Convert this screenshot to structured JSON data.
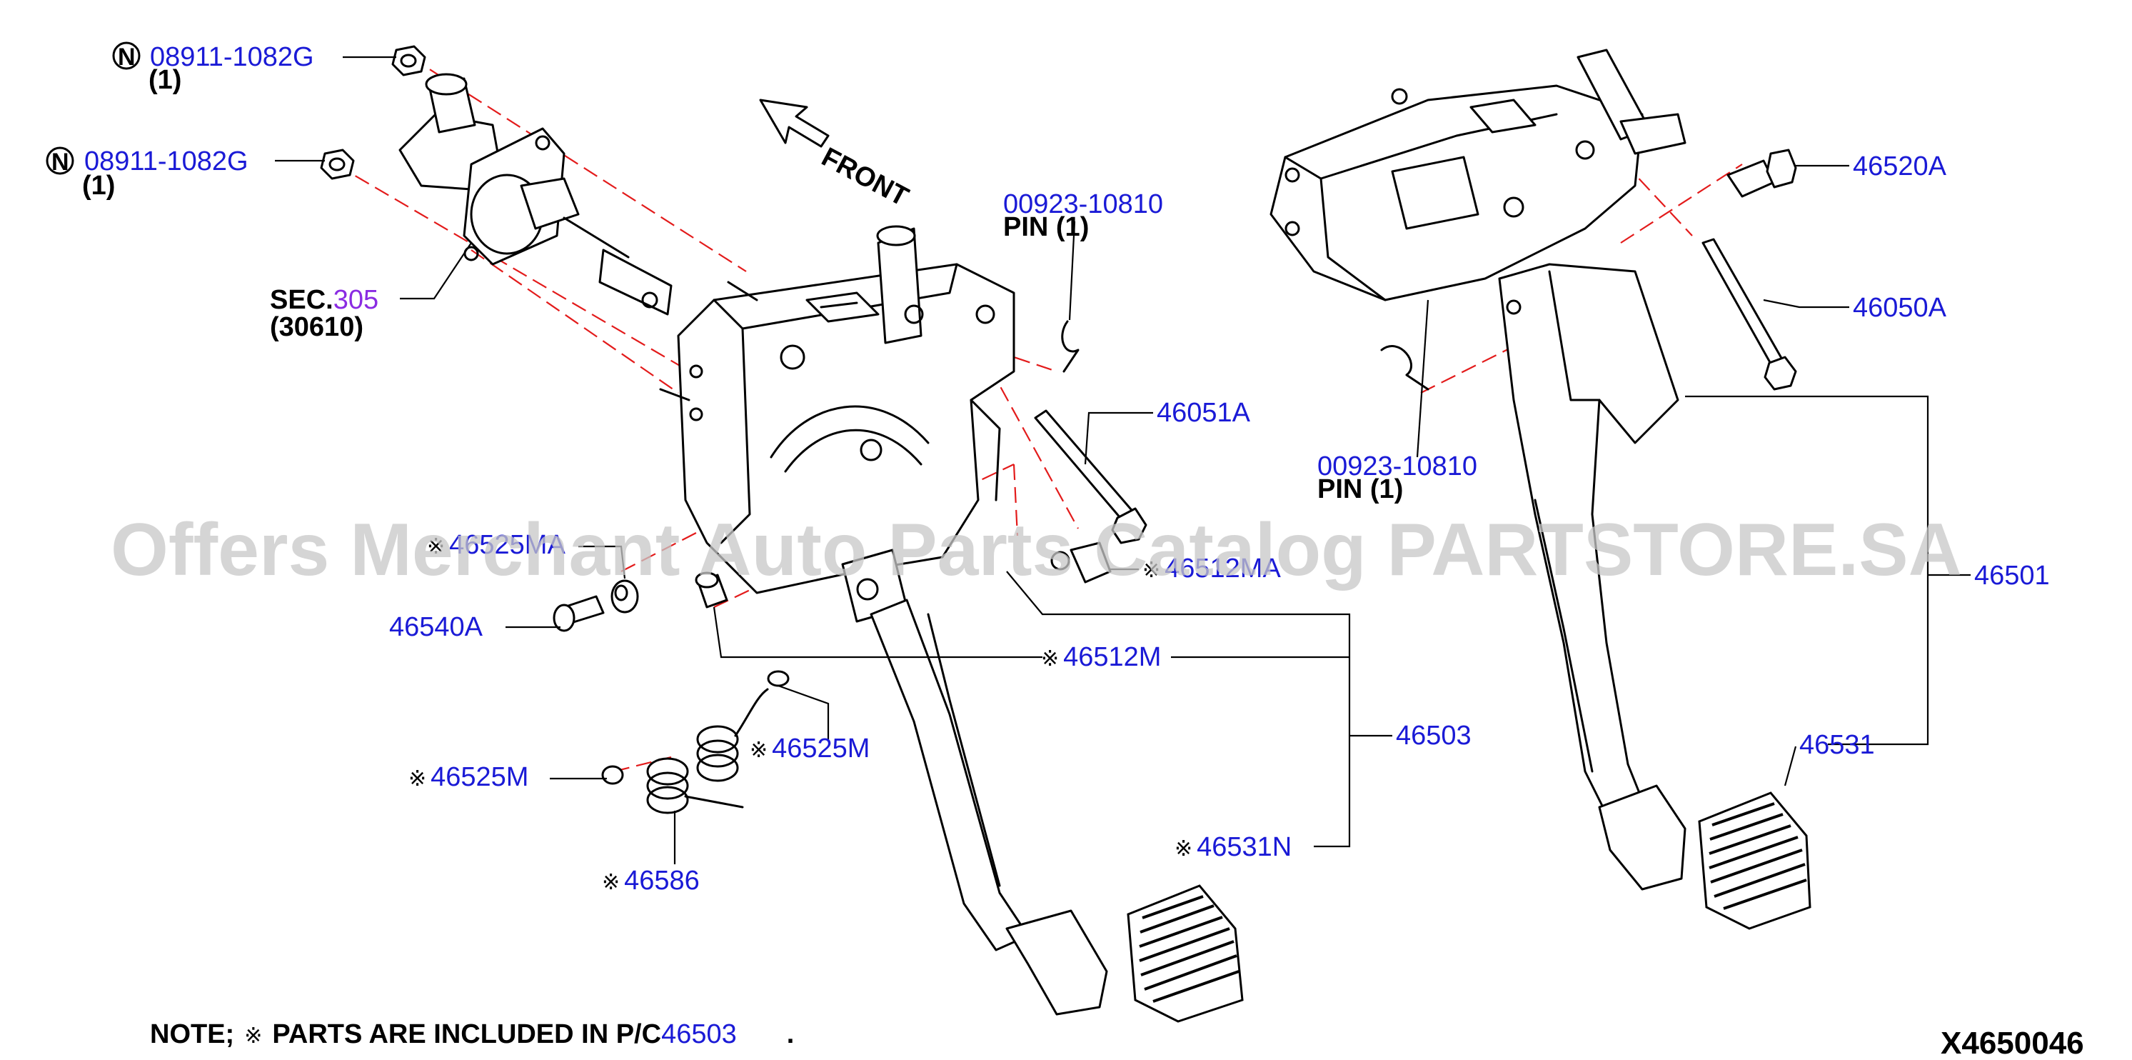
{
  "labels": {
    "bolt_top": "08911-1082G",
    "bolt_top_qty": "(1)",
    "bolt_mid": "08911-1082G",
    "bolt_mid_qty": "(1)",
    "n_mark": "N",
    "sec_prefix": "SEC.",
    "sec_num": "305",
    "sec_sub": "(30610)",
    "front": "FRONT",
    "pin_a": "00923-10810",
    "pin_a_sub": "PIN (1)",
    "pin_b": "00923-10810",
    "pin_b_sub": "PIN (1)",
    "p46051A": "46051A",
    "p46525MA": "46525MA",
    "p46512MA": "46512MA",
    "p46540A": "46540A",
    "p46512M": "46512M",
    "p46525M_a": "46525M",
    "p46525M_b": "46525M",
    "p46586": "46586",
    "p46503": "46503",
    "p46531N": "46531N",
    "p46520A": "46520A",
    "p46050A": "46050A",
    "p46501": "46501",
    "p46531": "46531",
    "star": "※"
  },
  "note": {
    "prefix": "NOTE;",
    "star": "※",
    "text": "PARTS ARE INCLUDED IN P/C",
    "ref": "46503",
    "end": "."
  },
  "diagram_code": "X4650046",
  "watermark": "Offers Merchant Auto Parts Catalog PARTSTORE.SA",
  "colors": {
    "label_blue": "#1a1ad6",
    "leader_red": "#e31b1b",
    "sec_purple": "#8a2be2"
  }
}
